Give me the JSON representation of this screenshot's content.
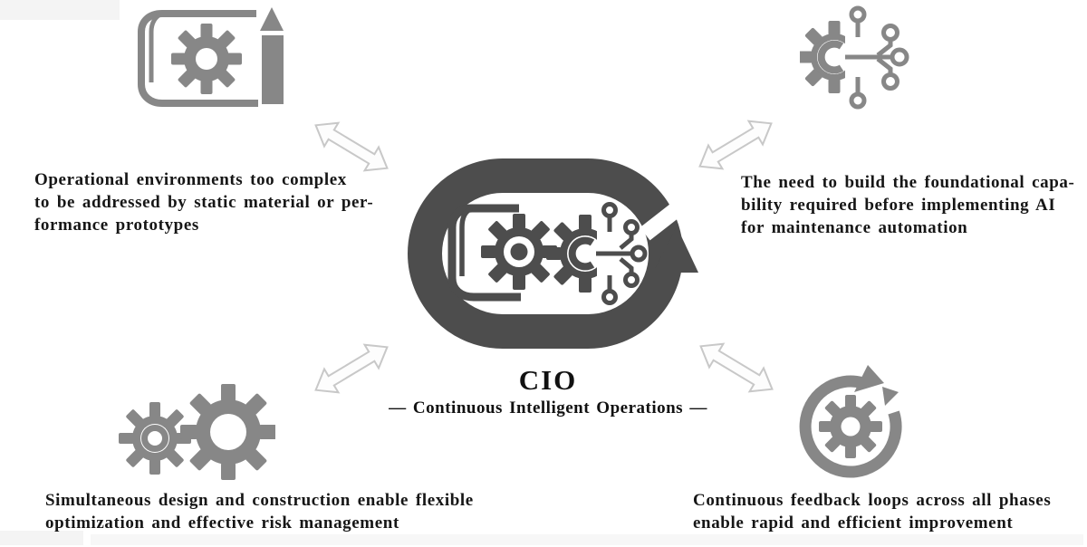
{
  "colors": {
    "icon_gray": "#878787",
    "logo_dark": "#4d4d4d",
    "text_black": "#161616",
    "arrow_stroke": "#c8c8c8",
    "arrow_fill": "#fdfdfd",
    "background": "#ffffff"
  },
  "center": {
    "acronym": "CIO",
    "subtitle": "— Continuous Intelligent Operations —",
    "logo_icon": "cio-loop-gears-circuit-logo"
  },
  "quadrants": {
    "top_left": {
      "icon": "blueprint-gear-pencil-icon",
      "lines": [
        "Operational environments too complex",
        "to be addressed by static material or per-",
        "formance prototypes"
      ]
    },
    "top_right": {
      "icon": "ai-gear-circuit-icon",
      "lines": [
        "The need to build the foundational capa-",
        "bility required before implementing AI",
        "for maintenance automation"
      ]
    },
    "bottom_left": {
      "icon": "double-gears-icon",
      "lines": [
        "Simultaneous design and construction enable flexible",
        "optimization and effective risk management"
      ]
    },
    "bottom_right": {
      "icon": "gear-cycle-arrow-icon",
      "lines": [
        "Continuous feedback loops across all phases",
        "enable rapid and efficient improvement"
      ]
    }
  },
  "arrows": [
    "top-left",
    "top-right",
    "bottom-left",
    "bottom-right"
  ]
}
